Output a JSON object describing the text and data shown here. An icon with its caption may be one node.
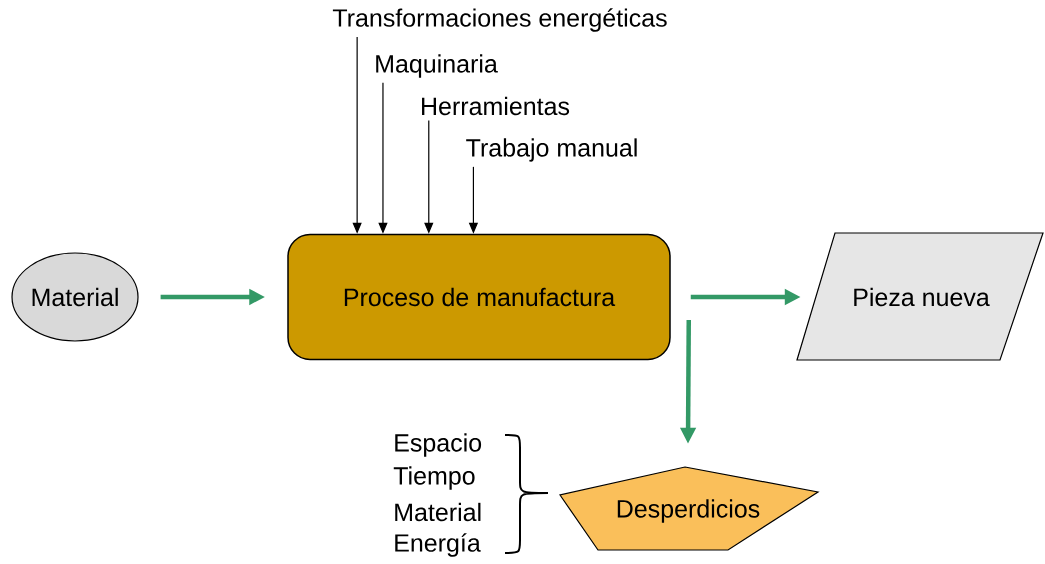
{
  "diagram": {
    "nodes": [
      {
        "text": [
          "Material"
        ]
      },
      {
        "text": [
          "Proceso de manufactura"
        ]
      },
      {
        "text": [
          "Pieza nueva"
        ]
      },
      {
        "text": [
          "Desperdicios"
        ]
      },
      {
        "text": [
          "Transformaciones energéticas"
        ]
      },
      {
        "text": [
          "Maquinaria"
        ]
      },
      {
        "text": [
          "Herramientas"
        ]
      },
      {
        "text": [
          "Trabajo manual"
        ]
      }
    ],
    "edges": [
      {
        "from": 0,
        "to": 1,
        "arrow": "to",
        "style": "thick",
        "color": "#339966"
      },
      {
        "from": 1,
        "to": 2,
        "arrow": "to",
        "style": "thick",
        "color": "#339966"
      },
      {
        "from": 1,
        "to": 3,
        "arrow": "to",
        "style": "thick",
        "color": "#339966"
      },
      {
        "from": 4,
        "to": 1,
        "arrow": "to"
      },
      {
        "from": 5,
        "to": 1,
        "arrow": "to"
      },
      {
        "from": 6,
        "to": 1,
        "arrow": "to"
      },
      {
        "from": 7,
        "to": 1,
        "arrow": "to"
      }
    ],
    "labels": [
      "Espacio",
      "Tiempo",
      "Material",
      "Energía"
    ]
  }
}
